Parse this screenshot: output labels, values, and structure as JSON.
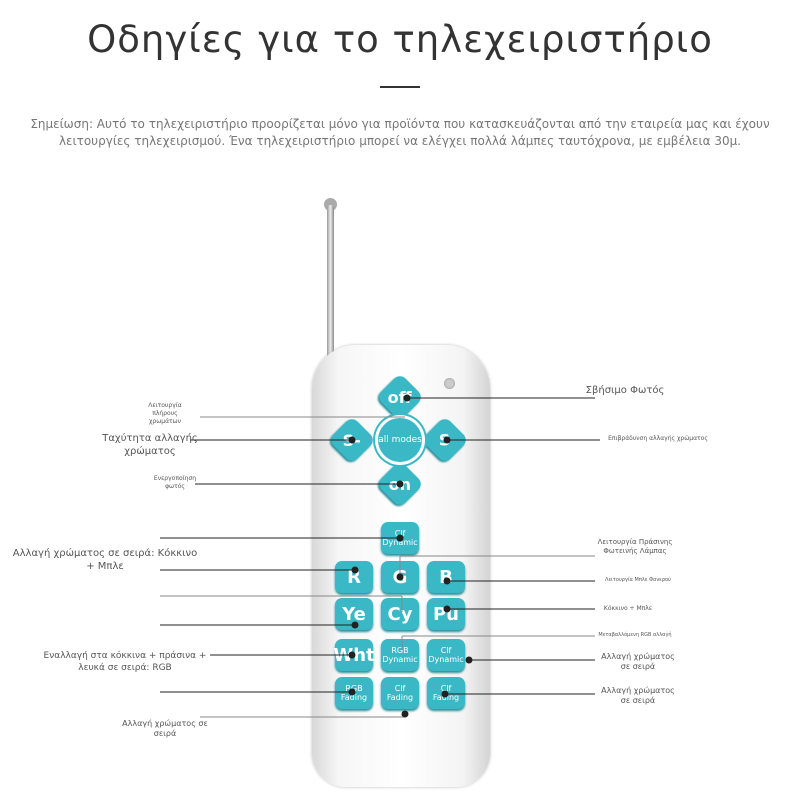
{
  "title": "Οδηγίες για το τηλεχειριστήριο",
  "note": "Σημείωση: Αυτό το τηλεχειριστήριο προορίζεται μόνο για προϊόντα που κατασκευάζονται από την εταιρεία μας και έχουν λειτουργίες τηλεχειρισμού. Ένα τηλεχειριστήριο μπορεί να ελέγχει πολλά λάμπες ταυτόχρονα, με εμβέλεια 30μ.",
  "buttons": {
    "off": "off",
    "s_minus": "S-",
    "s_plus": "S",
    "all": "all modes",
    "on": "on",
    "clf_dyn1": "Clf Dynamic",
    "r": "R",
    "g": "G",
    "b": "B",
    "ye": "Ye",
    "cy": "Cy",
    "pu": "Pu",
    "wht": "Wht",
    "rgb_dyn": "RGB Dynamic",
    "clf_dyn2": "Clf Dynamic",
    "rgb_fad": "RGB Fading",
    "clf_fad1": "Clf Fading",
    "clf_fad2": "Clf Fading"
  },
  "labels": {
    "full_color": "Λειτουργία πλήρους χρωμάτων",
    "speed": "Ταχύτητα αλλαγής χρώματος",
    "turn_on": "Ενεργοποίηση φωτός",
    "red_blue": "Αλλαγή χρώματος σε σειρά: Κόκκινο + Μπλε",
    "rgb_cycle": "Εναλλαγή στα κόκκινα + πράσινα + λευκά σε σειρά: RGB",
    "cycle_bottom": "Αλλαγή χρώματος σε σειρά",
    "turn_off": "Σβήσιμο Φωτός",
    "slow": "Επιβράδυνση αλλαγής χρώματος",
    "green": "Λειτουργία Πράσινης Φωτεινής Λάμπας",
    "blue": "Λειτουργία Μπλε Φανερού",
    "red_blue_r": "Κόκκινο + Μπλε",
    "rgb_var": "Μεταβαλλόμενη RGB αλλαγή",
    "cycle_r1": "Αλλαγή χρώματος σε σειρά",
    "cycle_r2": "Αλλαγή χρώματος σε σειρά"
  }
}
